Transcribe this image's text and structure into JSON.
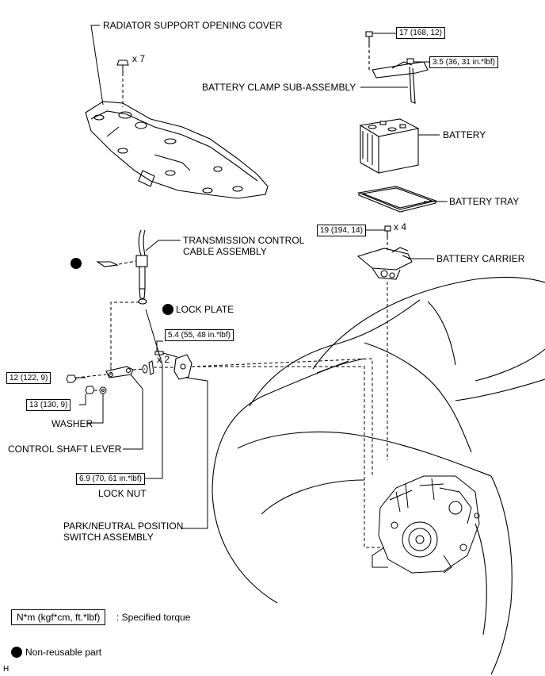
{
  "labels": {
    "radiator_cover": "RADIATOR SUPPORT OPENING COVER",
    "battery_clamp": "BATTERY CLAMP SUB-ASSEMBLY",
    "battery": "BATTERY",
    "battery_tray": "BATTERY TRAY",
    "battery_carrier": "BATTERY CARRIER",
    "trans_cable_line1": "TRANSMISSION CONTROL",
    "trans_cable_line2": "CABLE ASSEMBLY",
    "lock_plate": "LOCK PLATE",
    "washer": "WASHER",
    "control_shaft_lever": "CONTROL SHAFT LEVER",
    "lock_nut": "LOCK NUT",
    "park_switch_line1": "PARK/NEUTRAL POSITION",
    "park_switch_line2": "SWITCH ASSEMBLY"
  },
  "torques": {
    "clamp_bolt": "17 (168, 12)",
    "clamp_nut": "3.5 (36, 31 in.*lbf)",
    "carrier_bolt": "19 (194, 14)",
    "switch_bolt": "5.4 (55, 48 in.*lbf)",
    "lever_nut": "12 (122, 9)",
    "lever_nut_small": "13 (130, 9)",
    "lock_nut": "6.9 (70, 61 in.*lbf)"
  },
  "counts": {
    "cover_clips": "x 7",
    "carrier_bolts": "x 4",
    "switch_bolts": "x 2"
  },
  "legend": {
    "torque_unit": "N*m (kgf*cm, ft.*lbf)",
    "torque_desc": ": Specified torque",
    "non_reusable": "Non-reusable part"
  },
  "corner_code": "H"
}
